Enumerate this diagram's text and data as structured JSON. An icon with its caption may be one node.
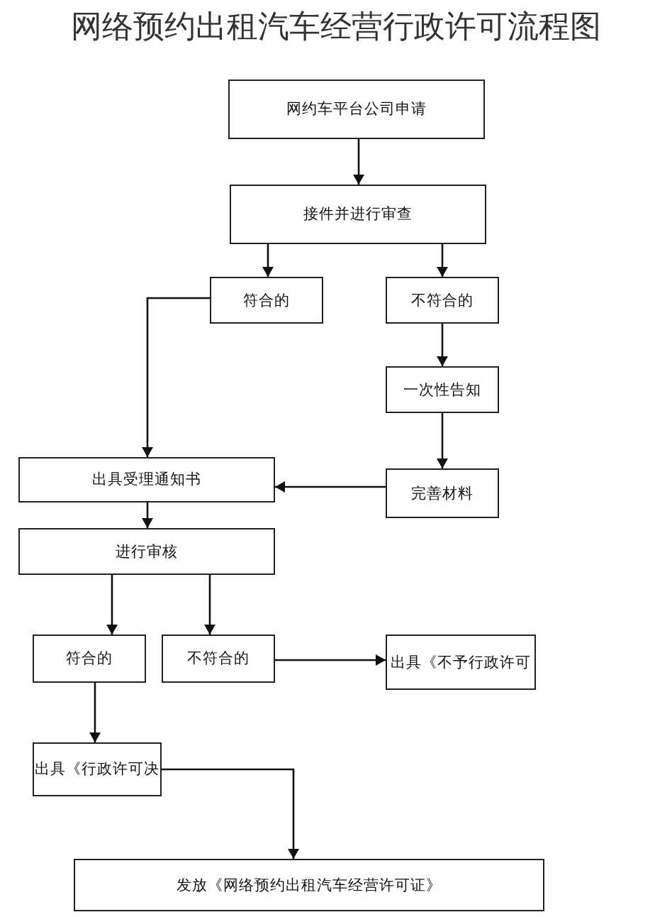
{
  "diagram": {
    "title": "网络预约出租汽车经营行政许可流程图",
    "nodes": [
      {
        "text": [
          "网约车平台公司申请"
        ]
      },
      {
        "text": [
          "接件并进行审查"
        ]
      },
      {
        "text": [
          "符合的"
        ]
      },
      {
        "text": [
          "不符合的"
        ]
      },
      {
        "text": [
          "一次性告知"
        ]
      },
      {
        "text": [
          "完善材料"
        ]
      },
      {
        "text": [
          "出具受理通知书"
        ]
      },
      {
        "text": [
          "进行审核"
        ]
      },
      {
        "text": [
          "符合的"
        ]
      },
      {
        "text": [
          "不符合的"
        ]
      },
      {
        "text": [
          "出具《不予行政许可"
        ]
      },
      {
        "text": [
          "出具《行政许可决"
        ]
      },
      {
        "text": [
          "发放《网络预约出租汽车经营许可证》"
        ]
      }
    ],
    "edges": [
      {
        "from": 0,
        "to": 1,
        "arrow": "to"
      },
      {
        "from": 1,
        "to": 2,
        "arrow": "to"
      },
      {
        "from": 1,
        "to": 3,
        "arrow": "to"
      },
      {
        "from": 2,
        "to": 6,
        "arrow": "to"
      },
      {
        "from": 3,
        "to": 4,
        "arrow": "to"
      },
      {
        "from": 4,
        "to": 5,
        "arrow": "to"
      },
      {
        "from": 5,
        "to": 6,
        "arrow": "to"
      },
      {
        "from": 6,
        "to": 7,
        "arrow": "to"
      },
      {
        "from": 7,
        "to": 8,
        "arrow": "to"
      },
      {
        "from": 7,
        "to": 9,
        "arrow": "to"
      },
      {
        "from": 9,
        "to": 10,
        "arrow": "to"
      },
      {
        "from": 8,
        "to": 11,
        "arrow": "to"
      },
      {
        "from": 11,
        "to": 12,
        "arrow": "to"
      }
    ]
  }
}
